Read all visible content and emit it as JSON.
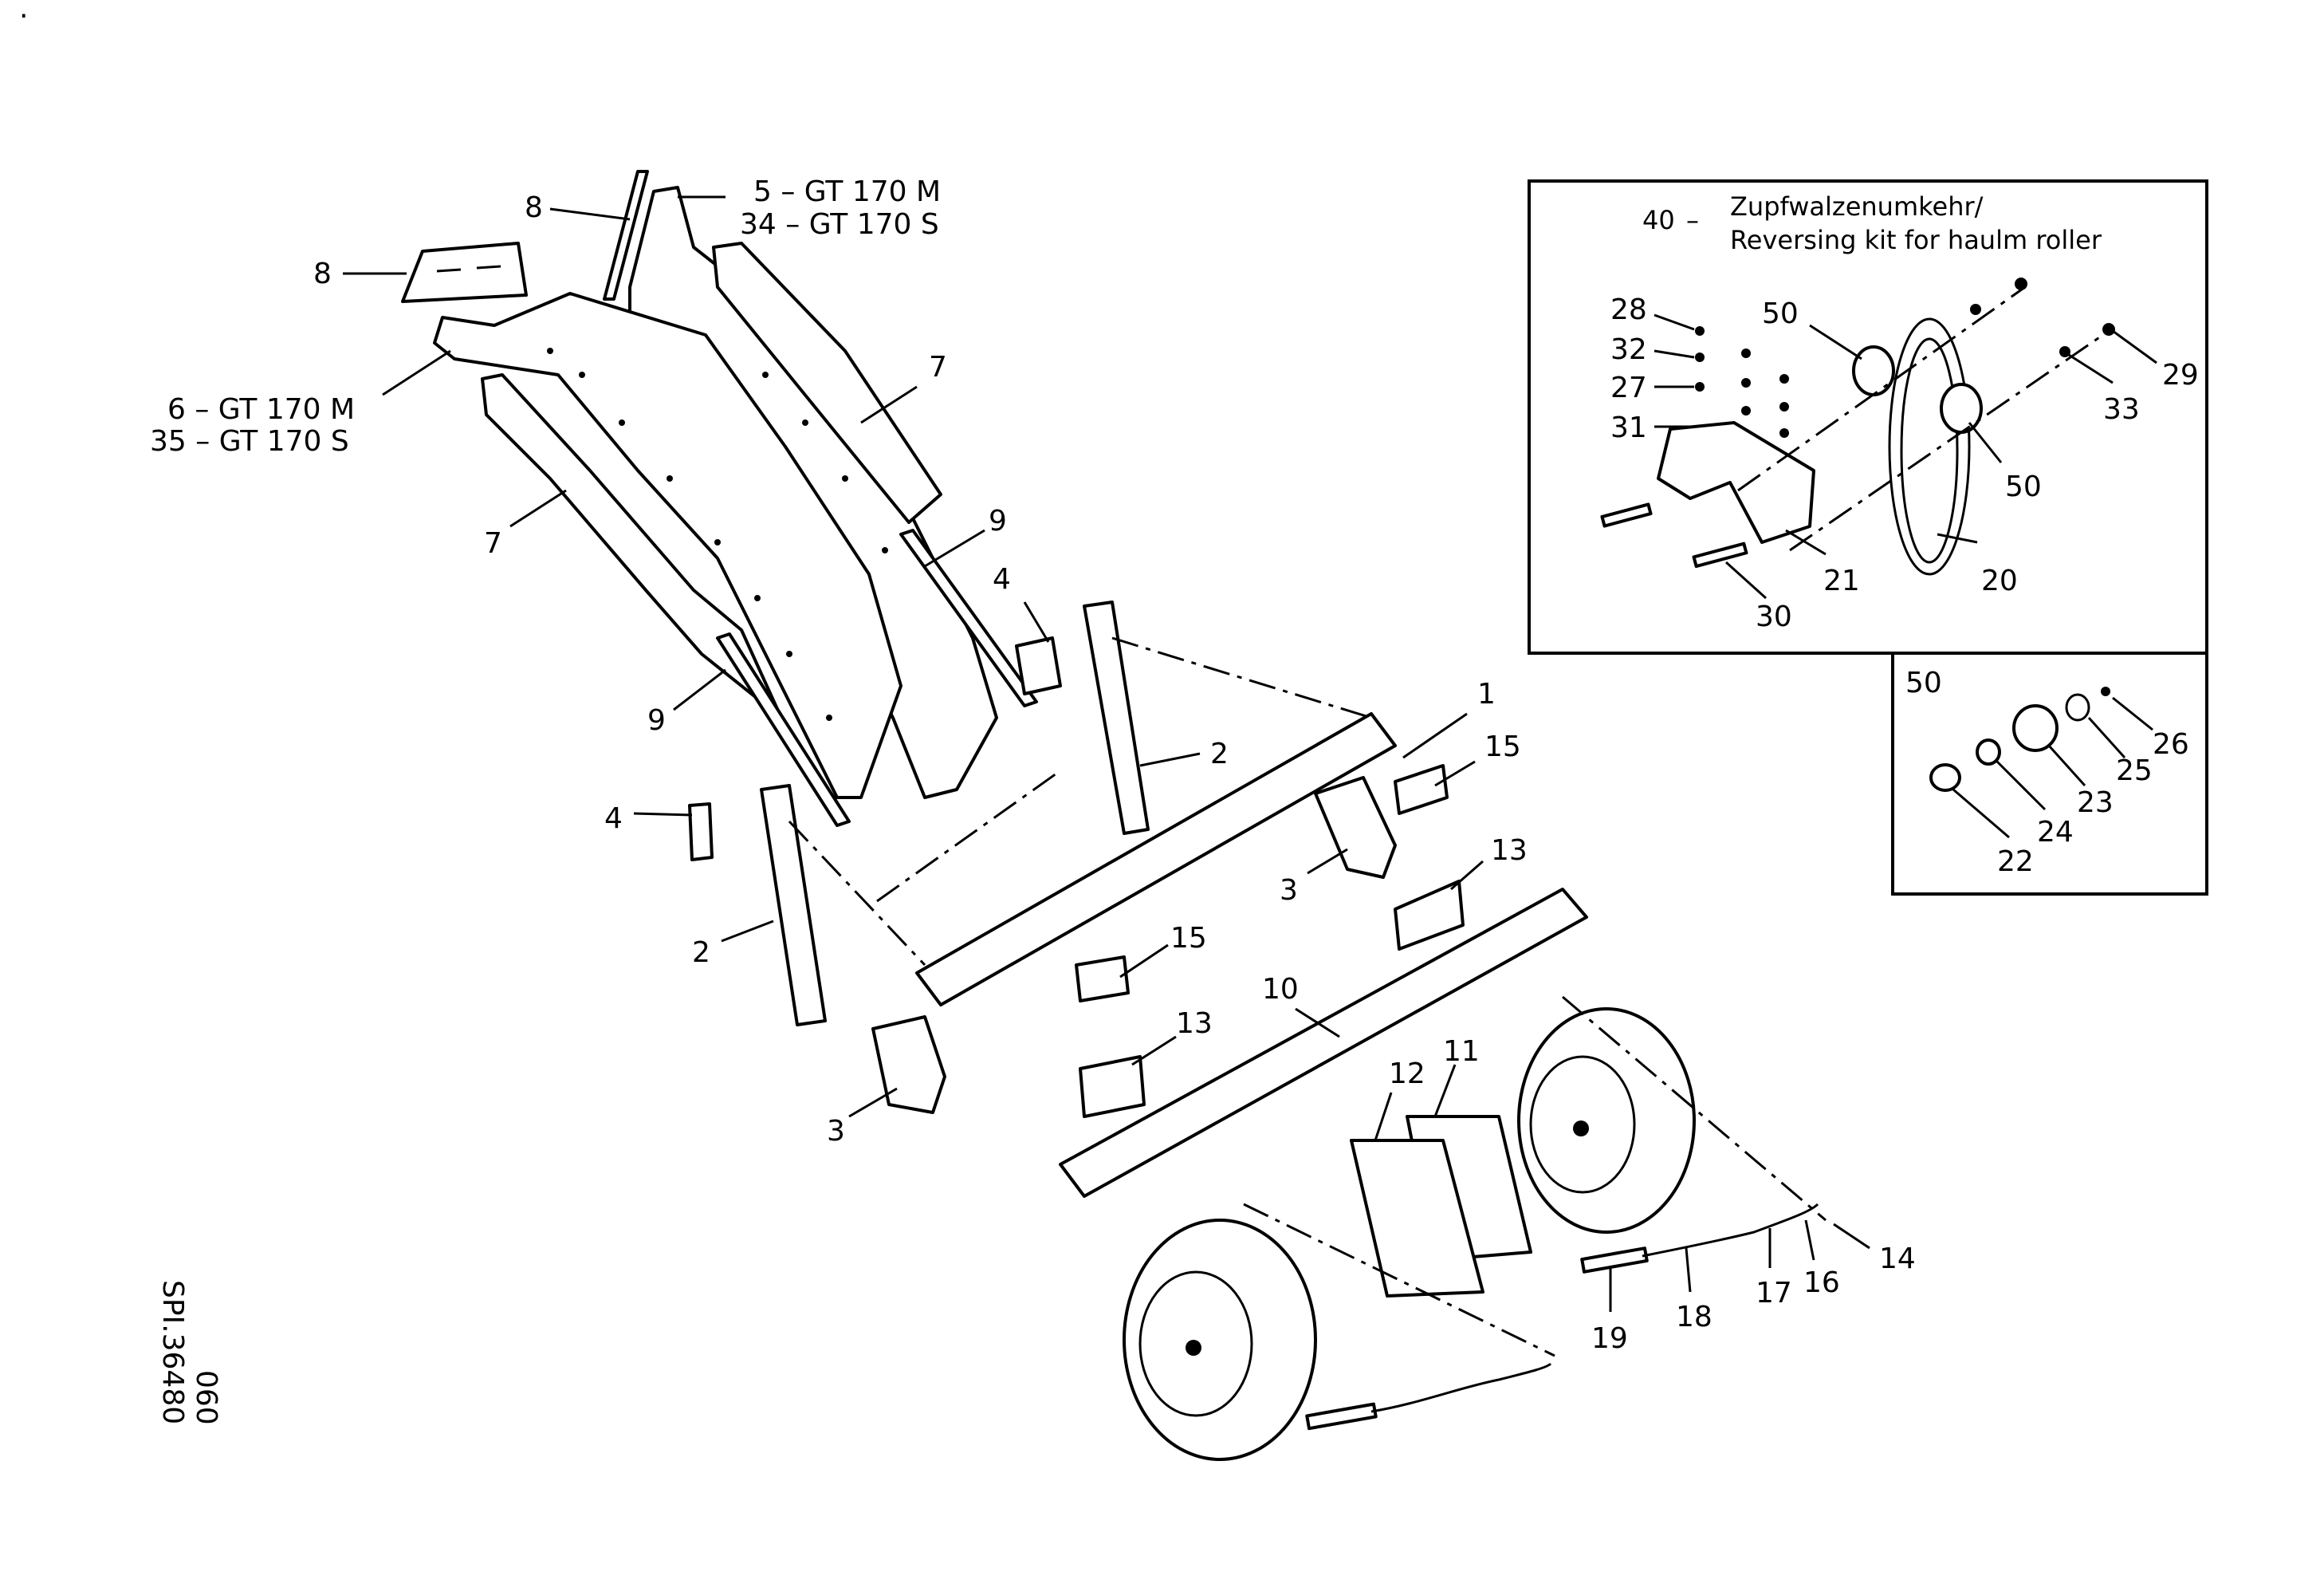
{
  "inset": {
    "title_number": "40",
    "title_dash": "–",
    "title_de": "Zupfwalzenumkehr/",
    "title_en": "Reversing kit for haulm roller",
    "detail_label": "50"
  },
  "drawing": {
    "id": "SPI.36480",
    "rev": "060",
    "dot": "."
  },
  "callouts": {
    "c1": "1",
    "c2a": "2",
    "c2b": "2",
    "c3a": "3",
    "c3b": "3",
    "c4a": "4",
    "c4b": "4",
    "c5": "5 – GT 170 M",
    "c34": "34 – GT 170 S",
    "c6": "6 – GT 170 M",
    "c35": "35 – GT 170 S",
    "c7a": "7",
    "c7b": "7",
    "c8a": "8",
    "c8b": "8",
    "c9a": "9",
    "c9b": "9",
    "c10": "10",
    "c11": "11",
    "c12": "12",
    "c13a": "13",
    "c13b": "13",
    "c14": "14",
    "c15a": "15",
    "c15b": "15",
    "c16": "16",
    "c17": "17",
    "c18": "18",
    "c19": "19",
    "i20": "20",
    "i21": "21",
    "i27": "27",
    "i28": "28",
    "i29": "29",
    "i30": "30",
    "i31": "31",
    "i32": "32",
    "i33": "33",
    "i50a": "50",
    "i50b": "50",
    "d22": "22",
    "d23": "23",
    "d24": "24",
    "d25": "25",
    "d26": "26"
  }
}
